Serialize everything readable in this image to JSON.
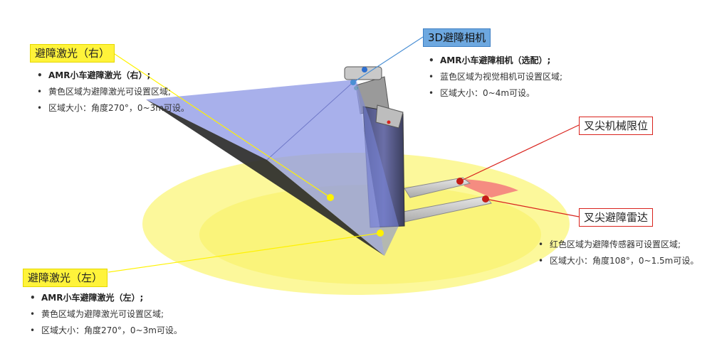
{
  "callouts": {
    "laser_right": {
      "title": "避障激光（右）",
      "lines": [
        "AMR小车避障激光（右）;",
        "黄色区域为避障激光可设置区域;",
        "区域大小：角度270°，0~3m可设。"
      ]
    },
    "camera_3d": {
      "title": "3D避障相机",
      "lines": [
        "AMR小车避障相机（选配）;",
        "蓝色区域为视觉相机可设置区域;",
        "区域大小：0~4m可设。"
      ]
    },
    "fork_limit": {
      "title": "叉尖机械限位"
    },
    "fork_radar": {
      "title": "叉尖避障雷达",
      "lines": [
        "红色区域为避障传感器可设置区域;",
        "区域大小：角度108°，0~1.5m可设。"
      ]
    },
    "laser_left": {
      "title": "避障激光（左）",
      "lines": [
        "AMR小车避障激光（左）;",
        "黄色区域为避障激光可设置区域;",
        "区域大小：角度270°，0~3m可设。"
      ]
    }
  },
  "colors": {
    "laser_zone": "#fbf78a",
    "camera_zone": "#8f9ae6",
    "radar_zone": "#f2707a",
    "title_yellow": "#fff33a",
    "title_blue": "#6da8e0",
    "title_red_border": "#d9231d"
  }
}
